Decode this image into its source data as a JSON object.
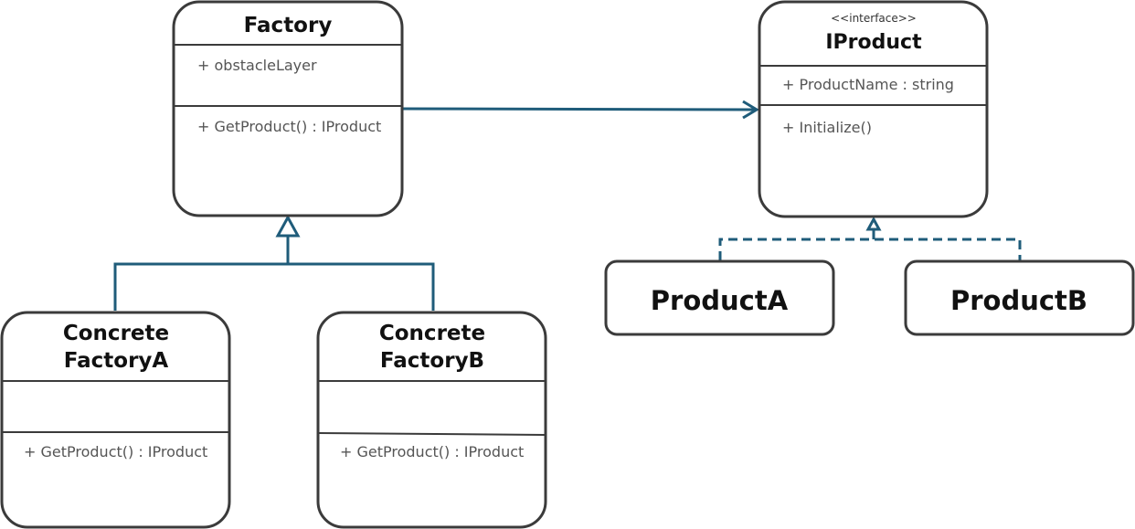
{
  "colors": {
    "box_stroke": "#3b3b3b",
    "connector": "#1f5c7a"
  },
  "classes": {
    "factory": {
      "name": "Factory",
      "attributes": [
        "+ obstacleLayer"
      ],
      "methods": [
        "+ GetProduct() : IProduct"
      ]
    },
    "iproduct": {
      "stereotype": "<<interface>>",
      "name": "IProduct",
      "attributes": [
        "+ ProductName : string"
      ],
      "methods": [
        "+ Initialize()"
      ]
    },
    "concrete_factory_a": {
      "name_lines": [
        "Concrete",
        "FactoryA"
      ],
      "methods": [
        "+ GetProduct() : IProduct"
      ]
    },
    "concrete_factory_b": {
      "name_lines": [
        "Concrete",
        "FactoryB"
      ],
      "methods": [
        "+ GetProduct() : IProduct"
      ]
    },
    "product_a": {
      "name": "ProductA"
    },
    "product_b": {
      "name": "ProductB"
    }
  },
  "relations": [
    {
      "from": "Factory",
      "to": "IProduct",
      "type": "association"
    },
    {
      "from": "Concrete FactoryA",
      "to": "Factory",
      "type": "generalization"
    },
    {
      "from": "Concrete FactoryB",
      "to": "Factory",
      "type": "generalization"
    },
    {
      "from": "ProductA",
      "to": "IProduct",
      "type": "realization"
    },
    {
      "from": "ProductB",
      "to": "IProduct",
      "type": "realization"
    }
  ]
}
